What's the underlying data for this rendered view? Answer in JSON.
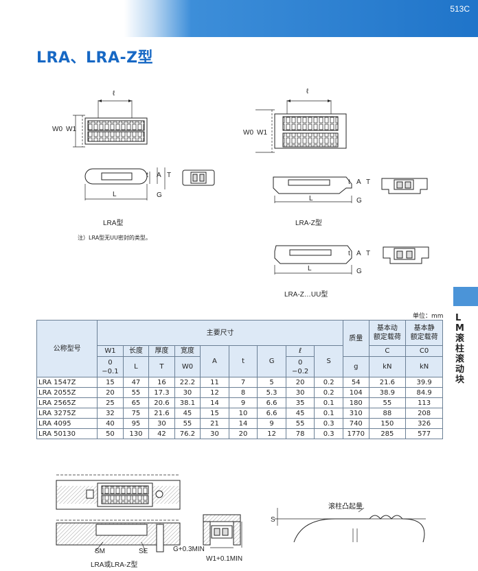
{
  "header": {
    "page_number": "513C"
  },
  "title": "LRA、LRA-Z型",
  "side_tab": {
    "text": "LM滚柱滚动块"
  },
  "figures": {
    "fig1": {
      "caption": "LRA型",
      "dims": {
        "l": "ℓ",
        "w0": "W0",
        "w1": "W1",
        "t": "t",
        "a": "A",
        "T": "T",
        "L": "L",
        "G": "G"
      }
    },
    "fig2": {
      "caption": "LRA-Z型",
      "dims": {
        "l": "ℓ",
        "w0": "W0",
        "w1": "W1",
        "t": "t",
        "a": "A",
        "T": "T",
        "L": "L",
        "G": "G"
      }
    },
    "fig3": {
      "caption": "LRA-Z…UU型",
      "dims": {
        "t": "t",
        "a": "A",
        "T": "T",
        "L": "L",
        "G": "G"
      }
    },
    "note": "注）LRA型无UU密封的类型。"
  },
  "table": {
    "unit": "单位：mm",
    "header": {
      "model": "公称型号",
      "main_dims": "主要尺寸",
      "mass": "质量",
      "dyn_load": "基本动\n额定载荷",
      "static_load": "基本静\n额定载荷"
    },
    "subheader_row1": {
      "w1": "W1",
      "length": "长度",
      "thickness": "厚度",
      "width": "宽度",
      "l": "ℓ",
      "c": "C",
      "c0": "C0"
    },
    "subheader_row2": {
      "w1_tol": "0\n−0.1",
      "L": "L",
      "T": "T",
      "W0": "W0",
      "A": "A",
      "t": "t",
      "G": "G",
      "l_tol": "0\n−0.2",
      "S": "S",
      "g": "g",
      "kn1": "kN",
      "kn2": "kN"
    },
    "rows": [
      [
        "LRA 1547Z",
        "15",
        "47",
        "16",
        "22.2",
        "11",
        "7",
        "5",
        "20",
        "0.2",
        "54",
        "21.6",
        "39.9"
      ],
      [
        "LRA 2055Z",
        "20",
        "55",
        "17.3",
        "30",
        "12",
        "8",
        "5.3",
        "30",
        "0.2",
        "104",
        "38.9",
        "84.9"
      ],
      [
        "LRA 2565Z",
        "25",
        "65",
        "20.6",
        "38.1",
        "14",
        "9",
        "6.6",
        "35",
        "0.1",
        "180",
        "55",
        "113"
      ],
      [
        "LRA 3275Z",
        "32",
        "75",
        "21.6",
        "45",
        "15",
        "10",
        "6.6",
        "45",
        "0.1",
        "310",
        "88",
        "208"
      ],
      [
        "LRA 4095",
        "40",
        "95",
        "30",
        "55",
        "21",
        "14",
        "9",
        "55",
        "0.3",
        "740",
        "150",
        "326"
      ],
      [
        "LRA 50130",
        "50",
        "130",
        "42",
        "76.2",
        "30",
        "20",
        "12",
        "78",
        "0.3",
        "1770",
        "285",
        "577"
      ]
    ]
  },
  "bottom": {
    "sm": "SM",
    "se": "SE",
    "caption": "LRA或LRA-Z型",
    "g_min": "G+0.3MIN",
    "w1_min": "W1+0.1MIN",
    "s": "S",
    "crown": "滚柱凸起量"
  }
}
